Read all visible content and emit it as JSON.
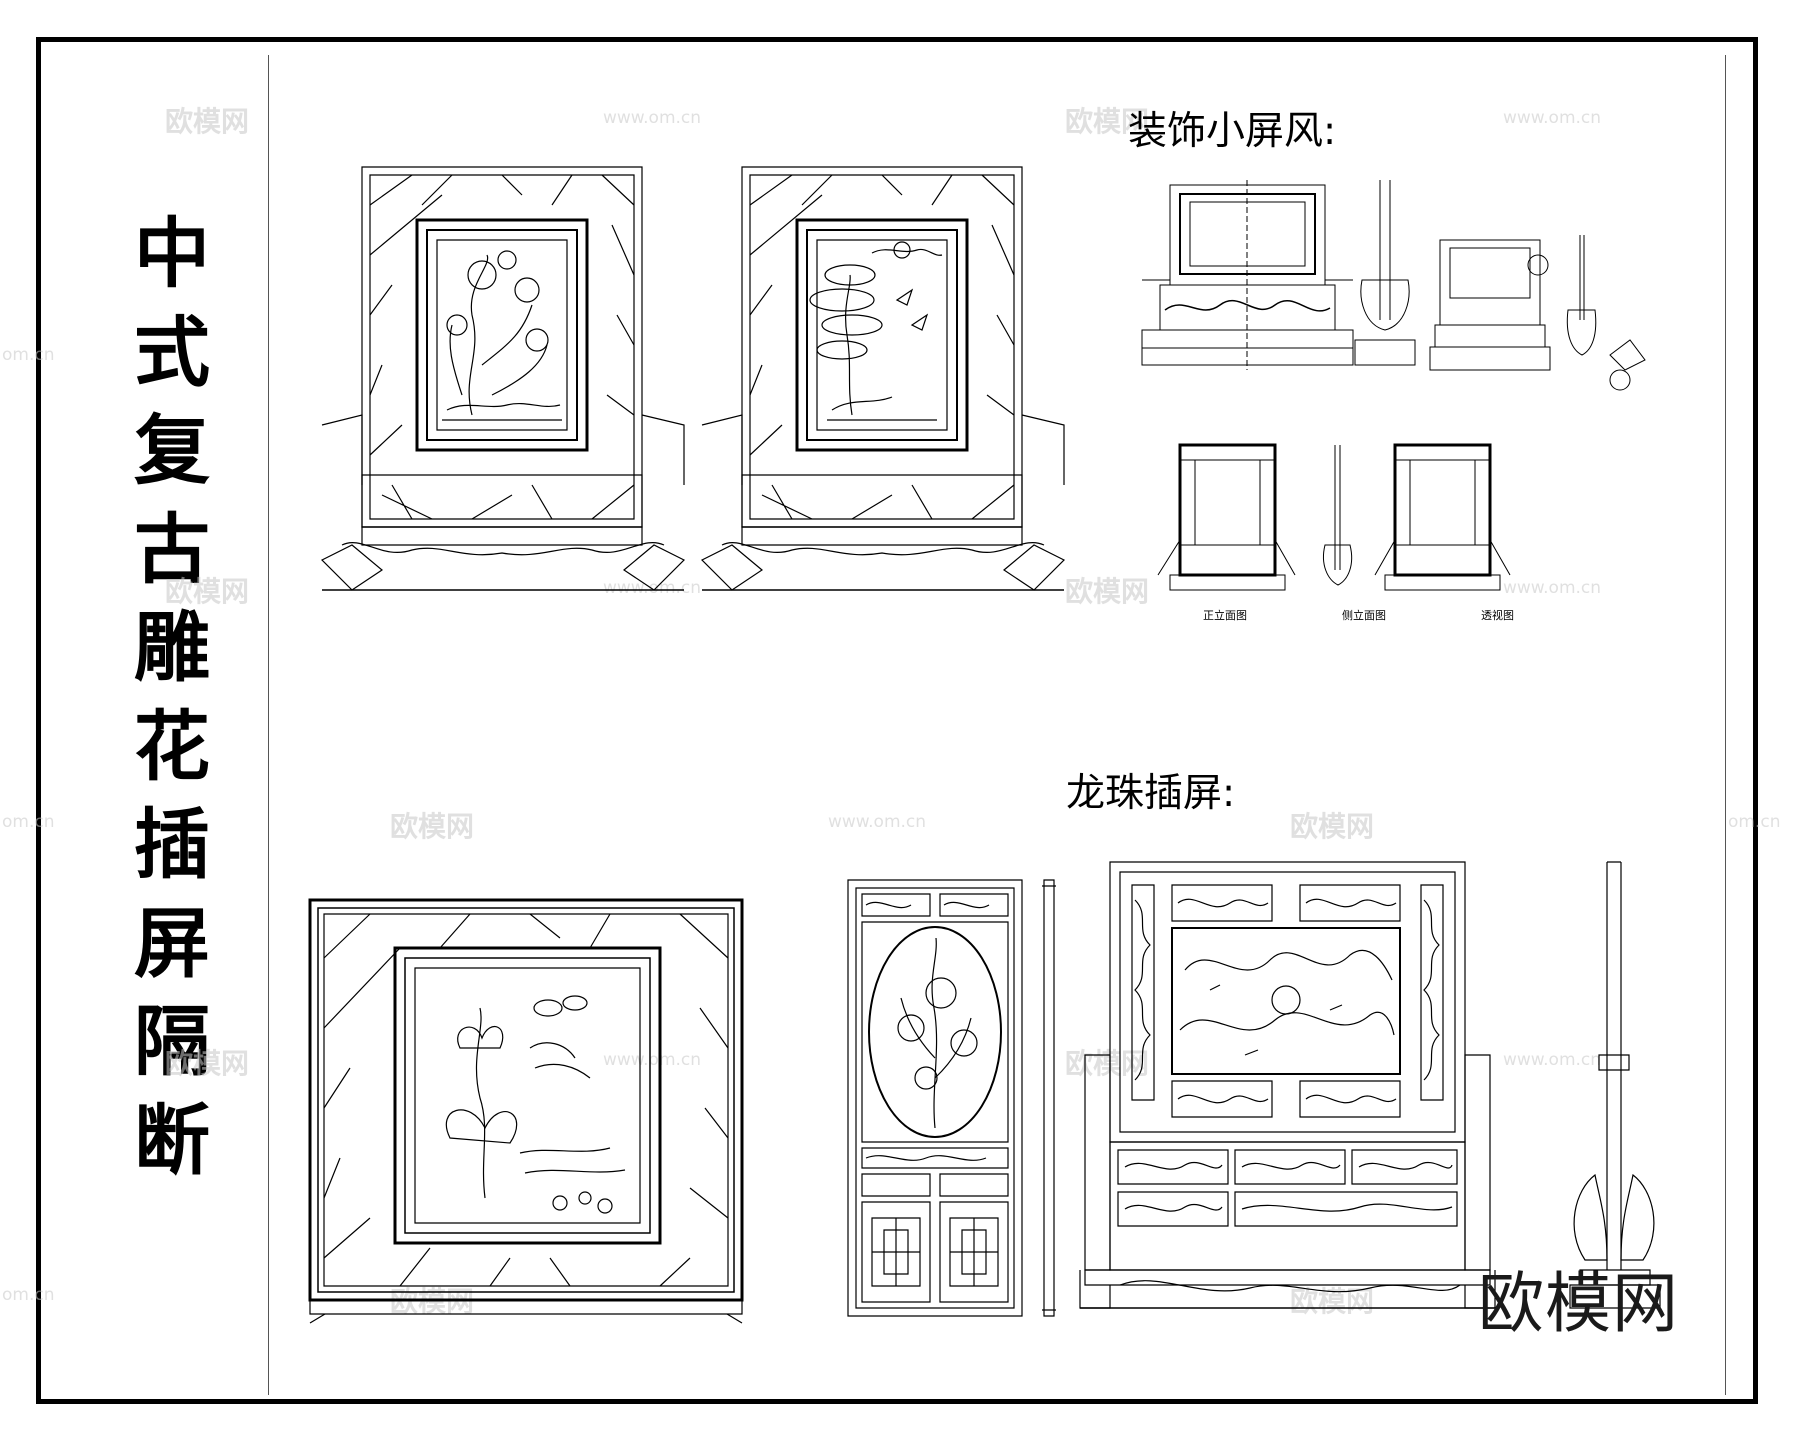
{
  "main_title": "中式复古雕花插屏隔断",
  "sections": {
    "decorative_small_screen": "装饰小屏风:",
    "dragon_pearl_screen": "龙珠插屏:"
  },
  "view_captions": {
    "front_elevation": "正立面图",
    "side_elevation": "侧立面图",
    "perspective": "透视图"
  },
  "logo_text": "欧模网",
  "watermarks": {
    "brand": "欧模网",
    "site": "www.om.cn",
    "site_short": "om.cn"
  },
  "colors": {
    "line": "#000000",
    "watermark": "#c8c8c8",
    "background": "#ffffff"
  }
}
